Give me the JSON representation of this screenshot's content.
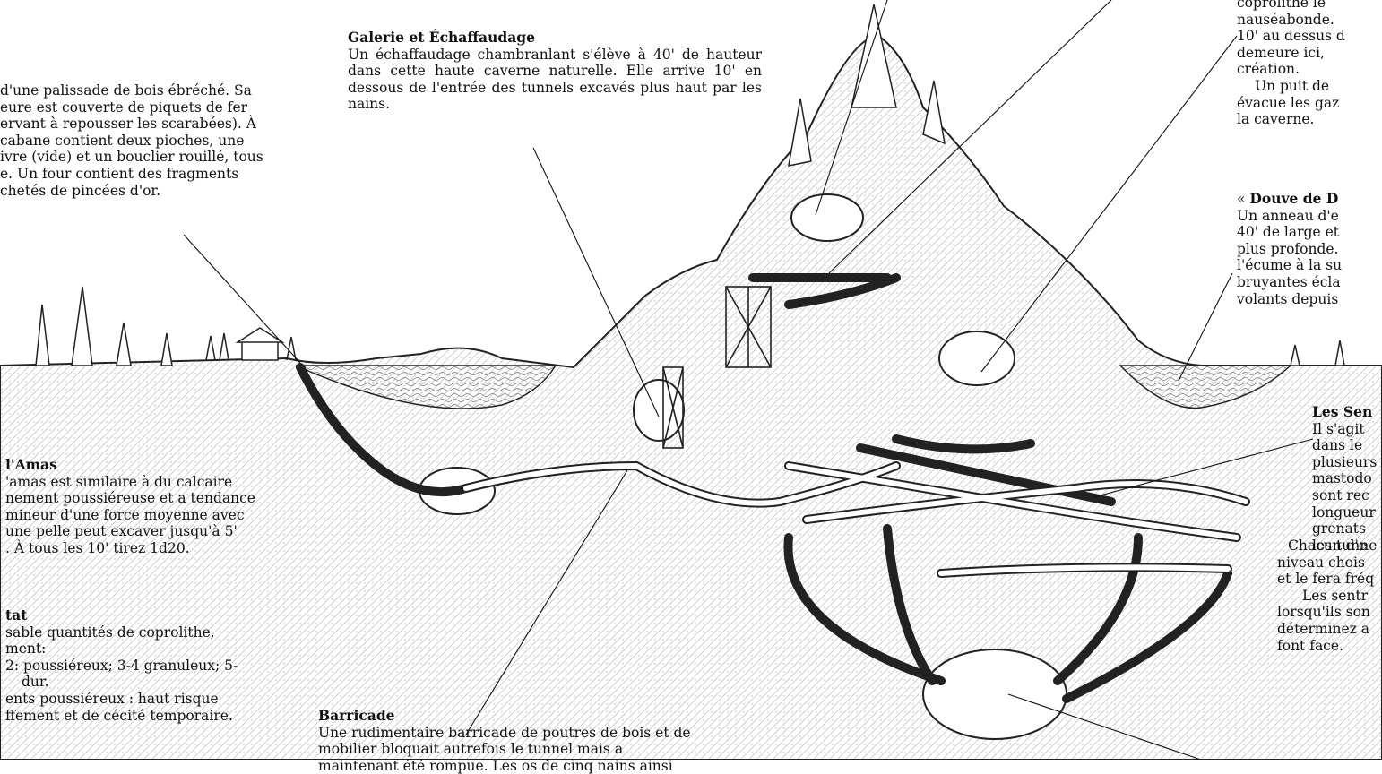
{
  "galerie": {
    "title": "Galerie et Échaffaudage",
    "body": "Un échaffaudage chambranlant s'élève à 40' de hauteur dans cette haute caverne naturelle. Elle arrive 10' en dessous de l'entrée des tunnels excavés plus haut par les nains."
  },
  "palissade": {
    "lines": [
      "d'une palissade de bois ébréché. Sa",
      "eure est couverte de piquets de fer",
      "ervant à repousser les scarabées). À",
      "cabane contient deux pioches, une",
      "ivre (vide) et un bouclier rouillé, tous",
      "e. Un four contient des fragments",
      "chetés de pincées d'or."
    ]
  },
  "amas": {
    "title": "l'Amas",
    "lines": [
      "'amas est similaire à du calcaire",
      "nement poussiéreuse et a tendance",
      "mineur d'une force moyenne avec",
      "une pelle peut excaver jusqu'à 5'",
      ". À tous les 10' tirez 1d20."
    ]
  },
  "etat": {
    "title": "tat",
    "lines": [
      "sable quantités de coprolithe,",
      "ment:",
      "2: poussiéreux; 3-4 granuleux; 5-",
      "dur.",
      "ents poussiéreux : haut risque",
      "ffement et de cécité temporaire."
    ]
  },
  "barricade": {
    "title": "Barricade",
    "lines": [
      "Une rudimentaire barricade de poutres de bois et de",
      "mobilier bloquait autrefois le tunnel mais a",
      "maintenant été rompue. Les os de cinq nains ainsi"
    ]
  },
  "coprolithe": {
    "lines": [
      "coprolithe le",
      "nauséabonde.",
      "10' au dessus d",
      "demeure ici,",
      "création.",
      "Un puit de",
      "évacue les gaz",
      "la caverne."
    ]
  },
  "douve": {
    "title_prefix": "«",
    "title": "Douve de D",
    "lines": [
      "Un anneau d'e",
      "40' de large et",
      "plus profonde.",
      "l'écume à la su",
      "bruyantes écla",
      "volants depuis"
    ]
  },
  "sentiers": {
    "title": "Les Sen",
    "lines": [
      "Il s'agit",
      "dans le",
      "plusieurs",
      "mastodo",
      "sont rec",
      "longueur",
      "grenats",
      "les tunne",
      "Chacun d'e",
      "niveau chois",
      "et le fera fréq",
      "Les sentr",
      "lorsqu'ils son",
      "déterminez a",
      "font face."
    ]
  }
}
